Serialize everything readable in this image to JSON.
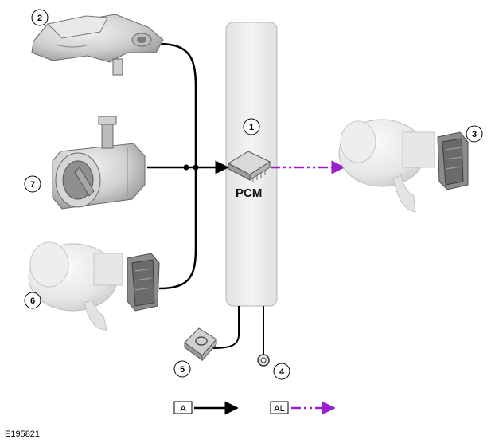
{
  "callouts": {
    "c1": "1",
    "c2": "2",
    "c3": "3",
    "c4": "4",
    "c5": "5",
    "c6": "6",
    "c7": "7"
  },
  "pcm_label": "PCM",
  "legend": {
    "solid_key": "A",
    "dashed_key": "AL"
  },
  "figure_id": "E195821",
  "colors": {
    "signal_line": "#000000",
    "output_line": "#9a1fd1",
    "module_fill": "#ebebeb",
    "module_stroke": "#b5b5b5"
  }
}
